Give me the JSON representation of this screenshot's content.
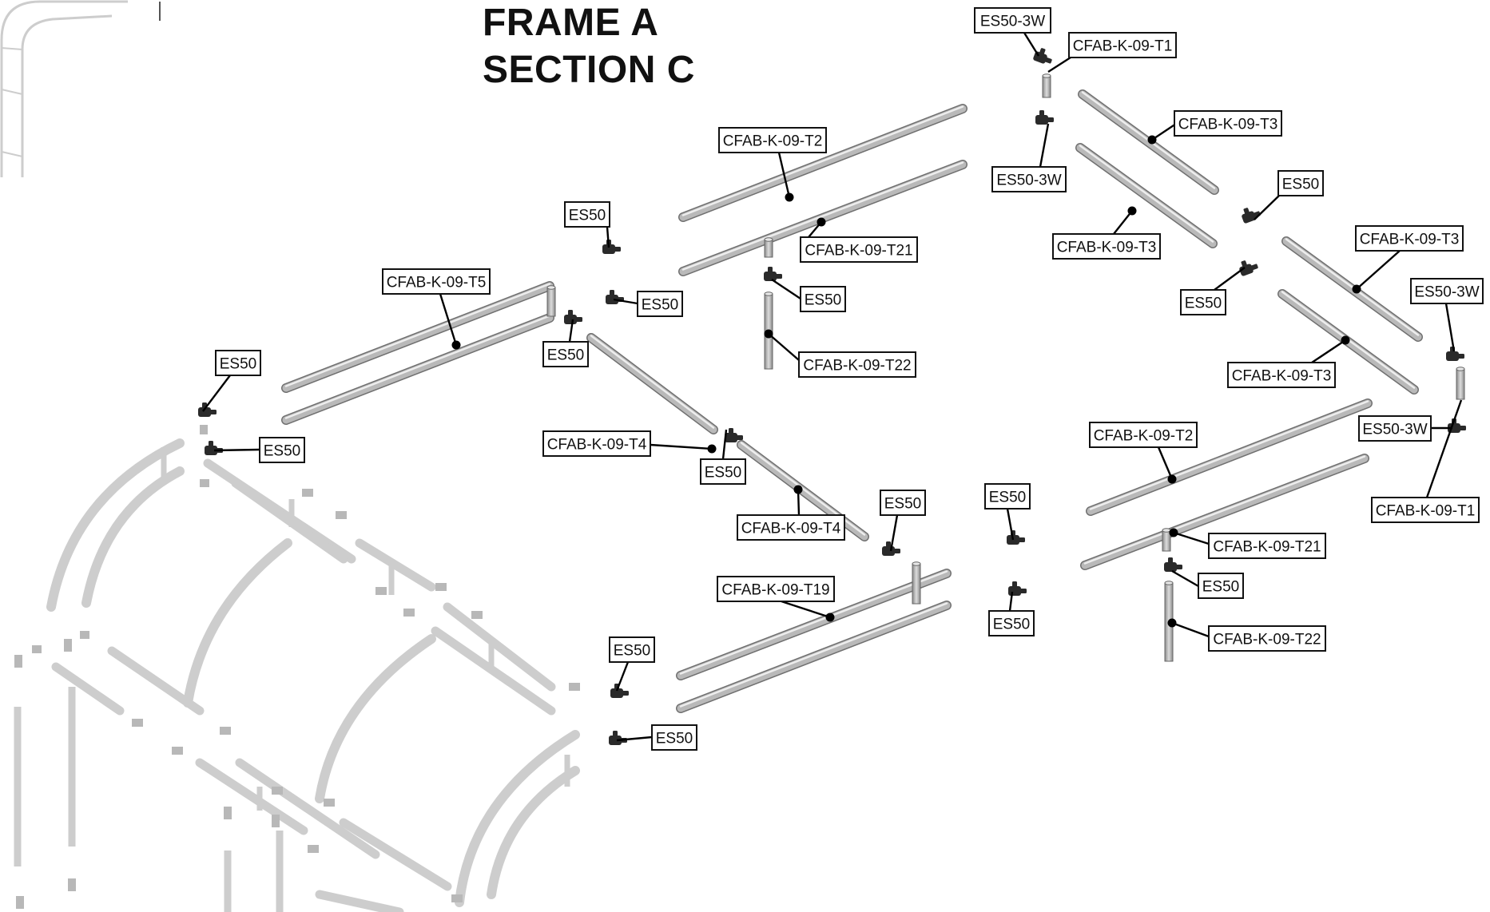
{
  "title": {
    "line1": "FRAME A",
    "line2": "SECTION C"
  },
  "callouts": [
    "ES50-3W",
    "CFAB-K-09-T1",
    "CFAB-K-09-T3",
    "ES50-3W",
    "CFAB-K-09-T2",
    "ES50",
    "CFAB-K-09-T3",
    "CFAB-K-09-T21",
    "ES50",
    "CFAB-K-09-T3",
    "ES50",
    "ES50",
    "ES50-3W",
    "CFAB-K-09-T5",
    "ES50",
    "ES50",
    "CFAB-K-09-T22",
    "CFAB-K-09-T3",
    "ES50",
    "ES50",
    "CFAB-K-09-T4",
    "ES50",
    "ES50-3W",
    "CFAB-K-09-T2",
    "CFAB-K-09-T4",
    "ES50",
    "ES50",
    "CFAB-K-09-T1",
    "CFAB-K-09-T21",
    "CFAB-K-09-T19",
    "ES50",
    "ES50",
    "ES50",
    "CFAB-K-09-T22",
    "ES50"
  ],
  "colors": {
    "tube": "#b9b9b9",
    "tube_outline": "#707070",
    "ghost": "#cdcdcd",
    "connector": "#2a2a2a"
  }
}
